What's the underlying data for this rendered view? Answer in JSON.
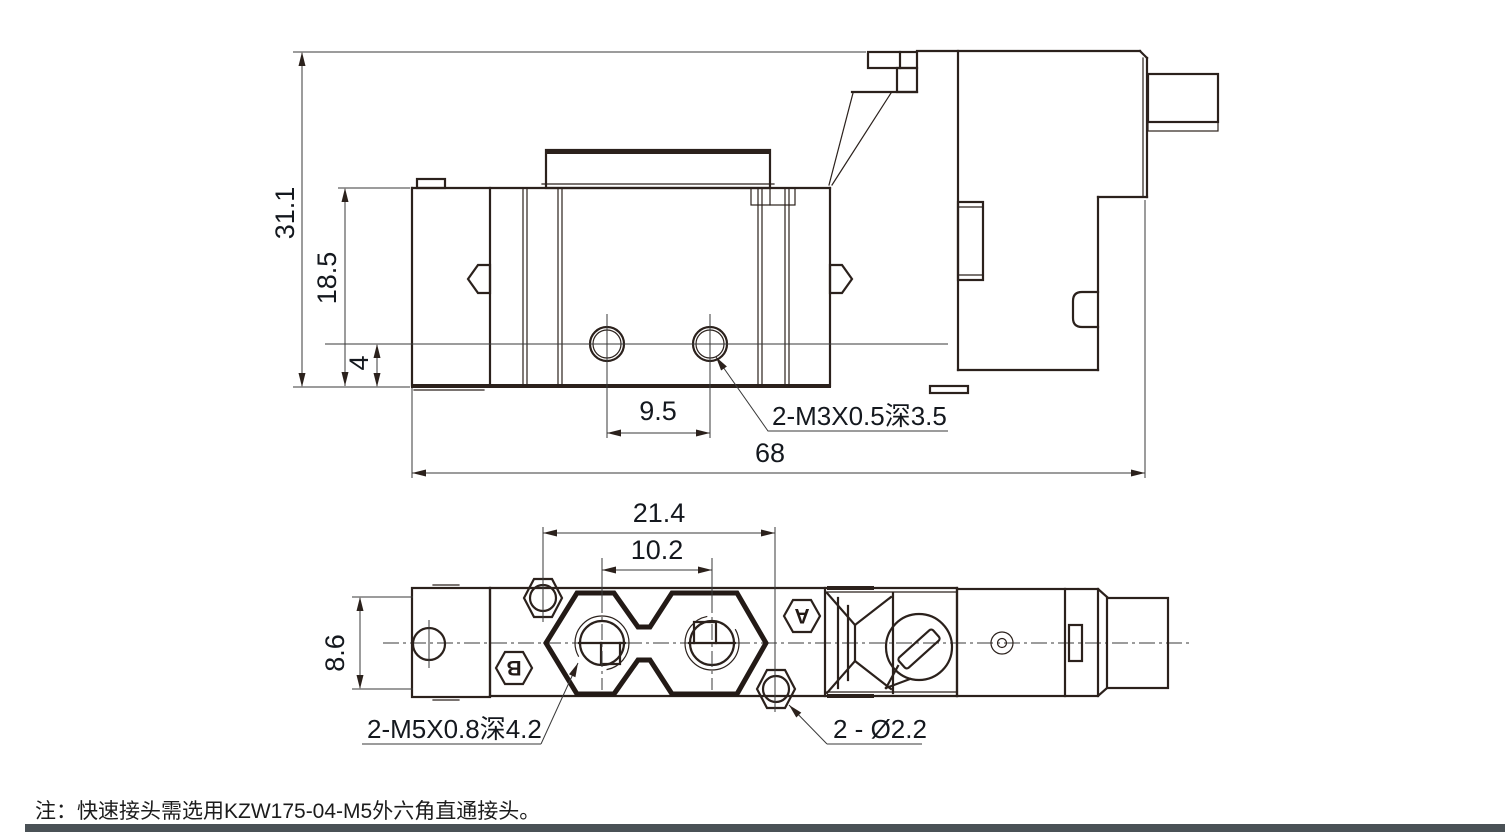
{
  "side_view": {
    "dim_height_overall": "31.1",
    "dim_height_body": "18.5",
    "dim_base_to_port_center": "4",
    "dim_hole_spacing": "9.5",
    "dim_width_overall": "68",
    "callout_mounting_holes": "2-M3X0.5深3.5"
  },
  "bottom_view": {
    "dim_nut_spacing": "21.4",
    "dim_port_spacing": "10.2",
    "dim_body_height": "8.6",
    "callout_ports": "2-M5X0.8深4.2",
    "callout_through_holes": "2 - Ø2.2",
    "port_a_label": "A",
    "port_b_label": "B"
  },
  "note": "注：快速接头需选用KZW175-04-M5外六角直通接头。",
  "colors": {
    "line": "#2b211c",
    "dimension_text": "#14181e",
    "footer_bar": "#4a5156",
    "background": "#ffffff"
  }
}
